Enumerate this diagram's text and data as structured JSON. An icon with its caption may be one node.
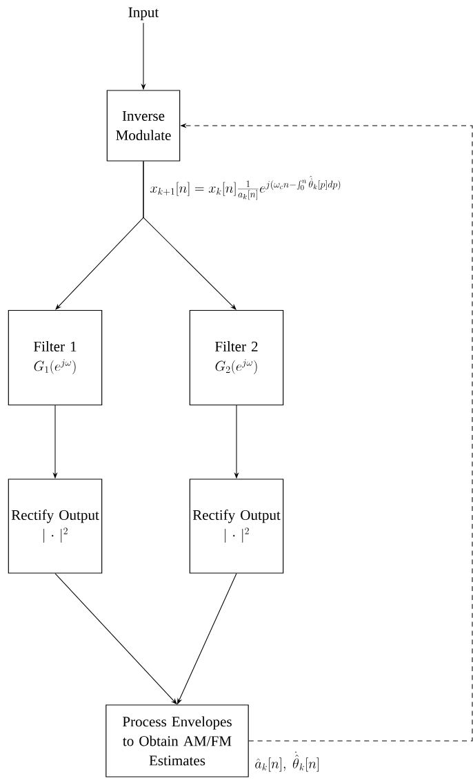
{
  "diagram": {
    "nodes": [
      {
        "text": [
          "Input"
        ]
      },
      {
        "text": [
          "Inverse Modulate"
        ]
      },
      {
        "text": [
          "Filter 1",
          "G_1(e^{j\\omega})"
        ]
      },
      {
        "text": [
          "Filter 2",
          "G_2(e^{j\\omega})"
        ]
      },
      {
        "text": [
          "Rectify Output",
          "|\\cdot|^2"
        ]
      },
      {
        "text": [
          "Rectify Output",
          "|\\cdot|^2"
        ]
      },
      {
        "text": [
          "Process Envelopes to Obtain AM/FM Estimates"
        ]
      }
    ],
    "edges": [
      {
        "from": 0,
        "to": 1,
        "arrow": "to"
      },
      {
        "from": 1,
        "to": 2,
        "arrow": "to"
      },
      {
        "from": 1,
        "to": 3,
        "arrow": "to"
      },
      {
        "from": 2,
        "to": 4,
        "arrow": "to"
      },
      {
        "from": 3,
        "to": 5,
        "arrow": "to"
      },
      {
        "from": 4,
        "to": 6,
        "arrow": "to"
      },
      {
        "from": 5,
        "to": 6,
        "arrow": "to"
      },
      {
        "from": 6,
        "to": 1,
        "arrow": "to",
        "style": "dashed"
      }
    ],
    "labels": [
      "x_{k+1}[n] = x_k[n]\\frac{1}{a_k[n]}e^{j(\\omega_c n - \\int_0^n \\hat{\\dot{\\theta}}_k[p]dp)}",
      "\\hat{a}_k[n],\\ \\dot{\\hat{\\theta}}_k[n]"
    ]
  }
}
